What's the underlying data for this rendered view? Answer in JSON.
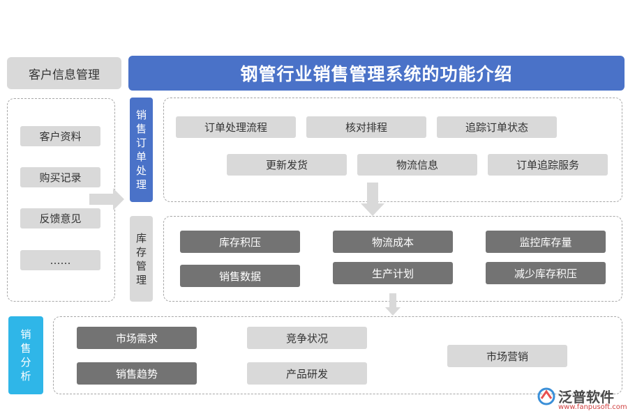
{
  "header": {
    "left_label": "客户信息管理",
    "title": "钢管行业销售管理系统的功能介绍"
  },
  "customer": {
    "items": [
      "客户资料",
      "购买记录",
      "反馈意见",
      "……"
    ]
  },
  "order": {
    "label": "销售订单处理",
    "items": [
      "订单处理流程",
      "核对排程",
      "追踪订单状态",
      "更新发货",
      "物流信息",
      "订单追踪服务"
    ]
  },
  "inventory": {
    "label": "库存管理",
    "items": [
      "库存积压",
      "物流成本",
      "监控库存量",
      "销售数据",
      "生产计划",
      "减少库存积压"
    ]
  },
  "sales_analysis": {
    "label": "销售分析",
    "items": [
      "市场需求",
      "竞争状况",
      "市场营销",
      "销售趋势",
      "产品研发"
    ]
  },
  "logo": {
    "name": "泛普软件",
    "url": "www.fanpusoft.com"
  },
  "colors": {
    "blue": "#4a72c8",
    "cyan": "#2fb6e8",
    "light_gray": "#d9d9d9",
    "dark_gray": "#737373"
  }
}
